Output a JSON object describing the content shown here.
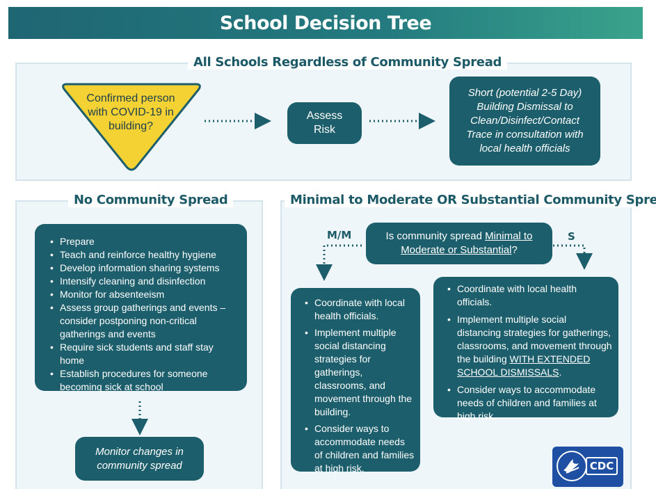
{
  "header": {
    "title": "School Decision Tree"
  },
  "all_schools": {
    "title": "All Schools Regardless of Community Spread",
    "triangle_text": "Confirmed person with COVID-19 in building?",
    "assess_risk": "Assess Risk",
    "dismissal_text": "Short (potential 2-5 Day) Building Dismissal to Clean/Disinfect/Contact Trace in consultation with local health officials"
  },
  "no_spread": {
    "title": "No Community Spread",
    "items": [
      "Prepare",
      "Teach and reinforce healthy hygiene",
      "Develop information sharing systems",
      "Intensify cleaning and disinfection",
      "Monitor for absenteeism",
      "Assess group gatherings and events – consider postponing non-critical gatherings and events",
      "Require sick students and staff stay home",
      "Establish procedures for someone becoming sick at school"
    ],
    "monitor_text": "Monitor changes in community spread"
  },
  "spread": {
    "title": "Minimal to Moderate OR Substantial Community Spread",
    "question_prefix": "Is community spread ",
    "question_link": "Minimal to Moderate or Substantial",
    "question_suffix": "?",
    "label_mm": "M/M",
    "label_s": "S",
    "mm_items": [
      "Coordinate with local health officials.",
      "Implement multiple social distancing strategies for gatherings, classrooms, and movement through the building.",
      "Consider ways to accommodate needs of children and families at high risk."
    ],
    "s_item1": "Coordinate with local health officials.",
    "s_item2_prefix": "Implement multiple social distancing strategies for gatherings, classrooms, and movement through the building ",
    "s_item2_link": "WITH EXTENDED SCHOOL DISMISSALS",
    "s_item2_suffix": ".",
    "s_item3": "Consider ways to accommodate needs of children and families at high risk."
  },
  "logo": {
    "text": "CDC"
  },
  "colors": {
    "teal_dark": "#1c5e6c",
    "yellow": "#f4d234",
    "panel_bg": "#eef6fa"
  }
}
